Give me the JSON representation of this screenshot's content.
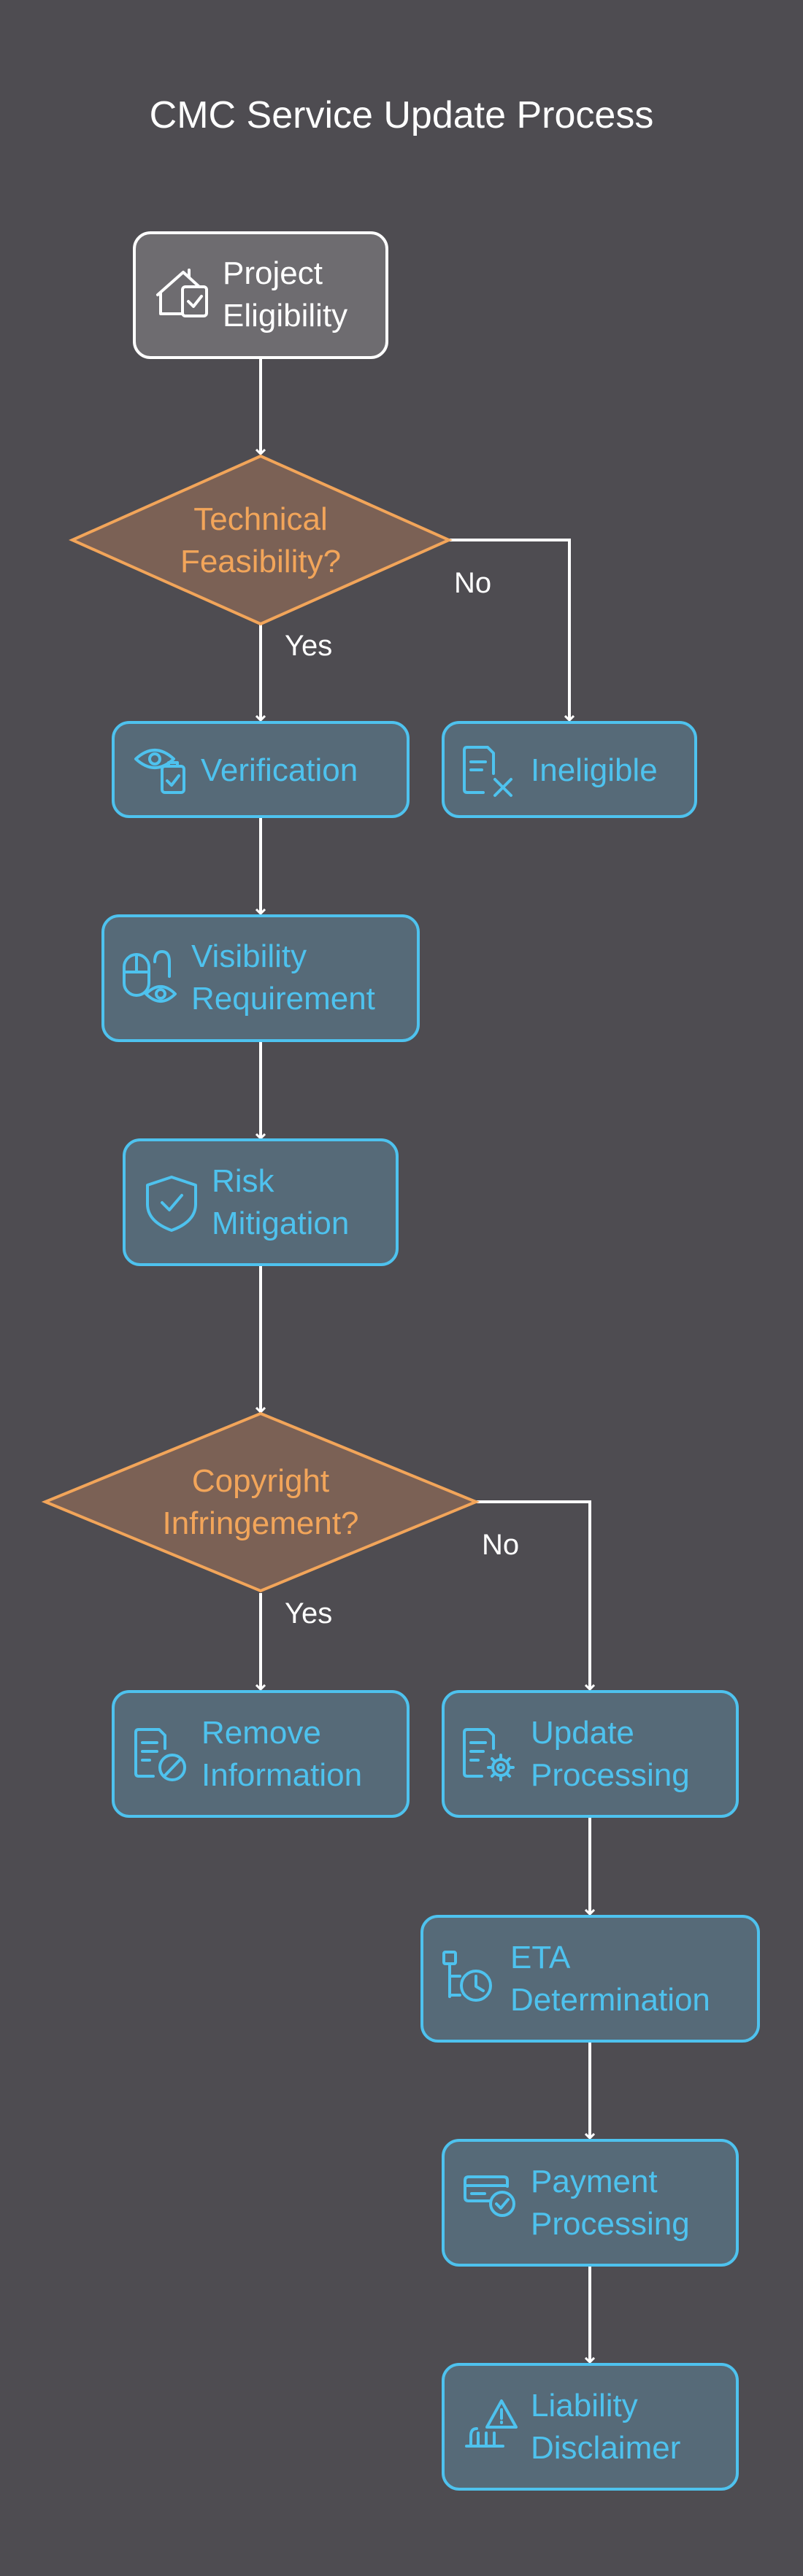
{
  "title": "CMC Service Update Process",
  "nodes": {
    "project_eligibility": [
      "Project",
      "Eligibility"
    ],
    "technical_feasibility": [
      "Technical",
      "Feasibility?"
    ],
    "verification": [
      "Verification"
    ],
    "ineligible": [
      "Ineligible"
    ],
    "visibility_requirement": [
      "Visibility",
      "Requirement"
    ],
    "risk_mitigation": [
      "Risk",
      "Mitigation"
    ],
    "copyright_infringement": [
      "Copyright",
      "Infringement?"
    ],
    "remove_information": [
      "Remove",
      "Information"
    ],
    "update_processing": [
      "Update",
      "Processing"
    ],
    "eta_determination": [
      "ETA",
      "Determination"
    ],
    "payment_processing": [
      "Payment",
      "Processing"
    ],
    "liability_disclaimer": [
      "Liability",
      "Disclaimer"
    ]
  },
  "edge_labels": {
    "feasibility_yes": "Yes",
    "feasibility_no": "No",
    "copyright_yes": "Yes",
    "copyright_no": "No"
  },
  "icons": {
    "project_eligibility": "house-check-icon",
    "verification": "eye-clipboard-icon",
    "ineligible": "document-x-icon",
    "visibility_requirement": "mouse-eye-icon",
    "risk_mitigation": "shield-check-icon",
    "remove_information": "document-prohibited-icon",
    "update_processing": "document-gear-icon",
    "eta_determination": "timeline-clock-icon",
    "payment_processing": "card-check-icon",
    "liability_disclaimer": "warning-scale-icon"
  },
  "colors": {
    "background": "#4e4c51",
    "decision": "#f2a55a",
    "process": "#4ec2ee",
    "start": "#ffffff"
  }
}
